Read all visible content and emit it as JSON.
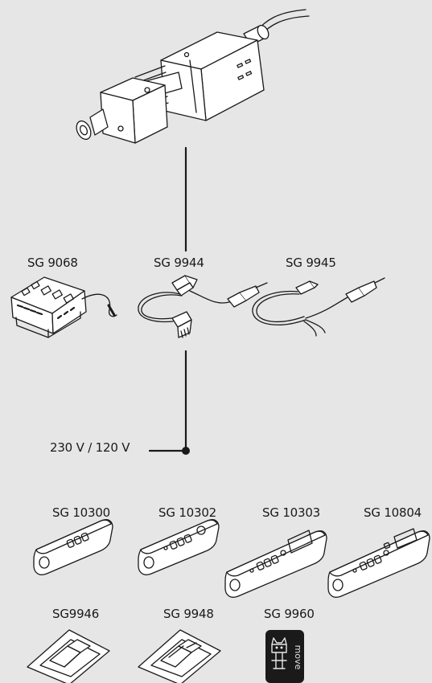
{
  "labels": {
    "sg9068": "SG 9068",
    "sg9944": "SG 9944",
    "sg9945": "SG 9945",
    "supply": "230 V / 120 V",
    "sg10300": "SG 10300",
    "sg10302": "SG 10302",
    "sg10303": "SG 10303",
    "sg10804": "SG 10804",
    "sg9946": "SG9946",
    "sg9948": "SG 9948",
    "sg9960": "SG 9960"
  },
  "app_badge": {
    "text": "move"
  }
}
